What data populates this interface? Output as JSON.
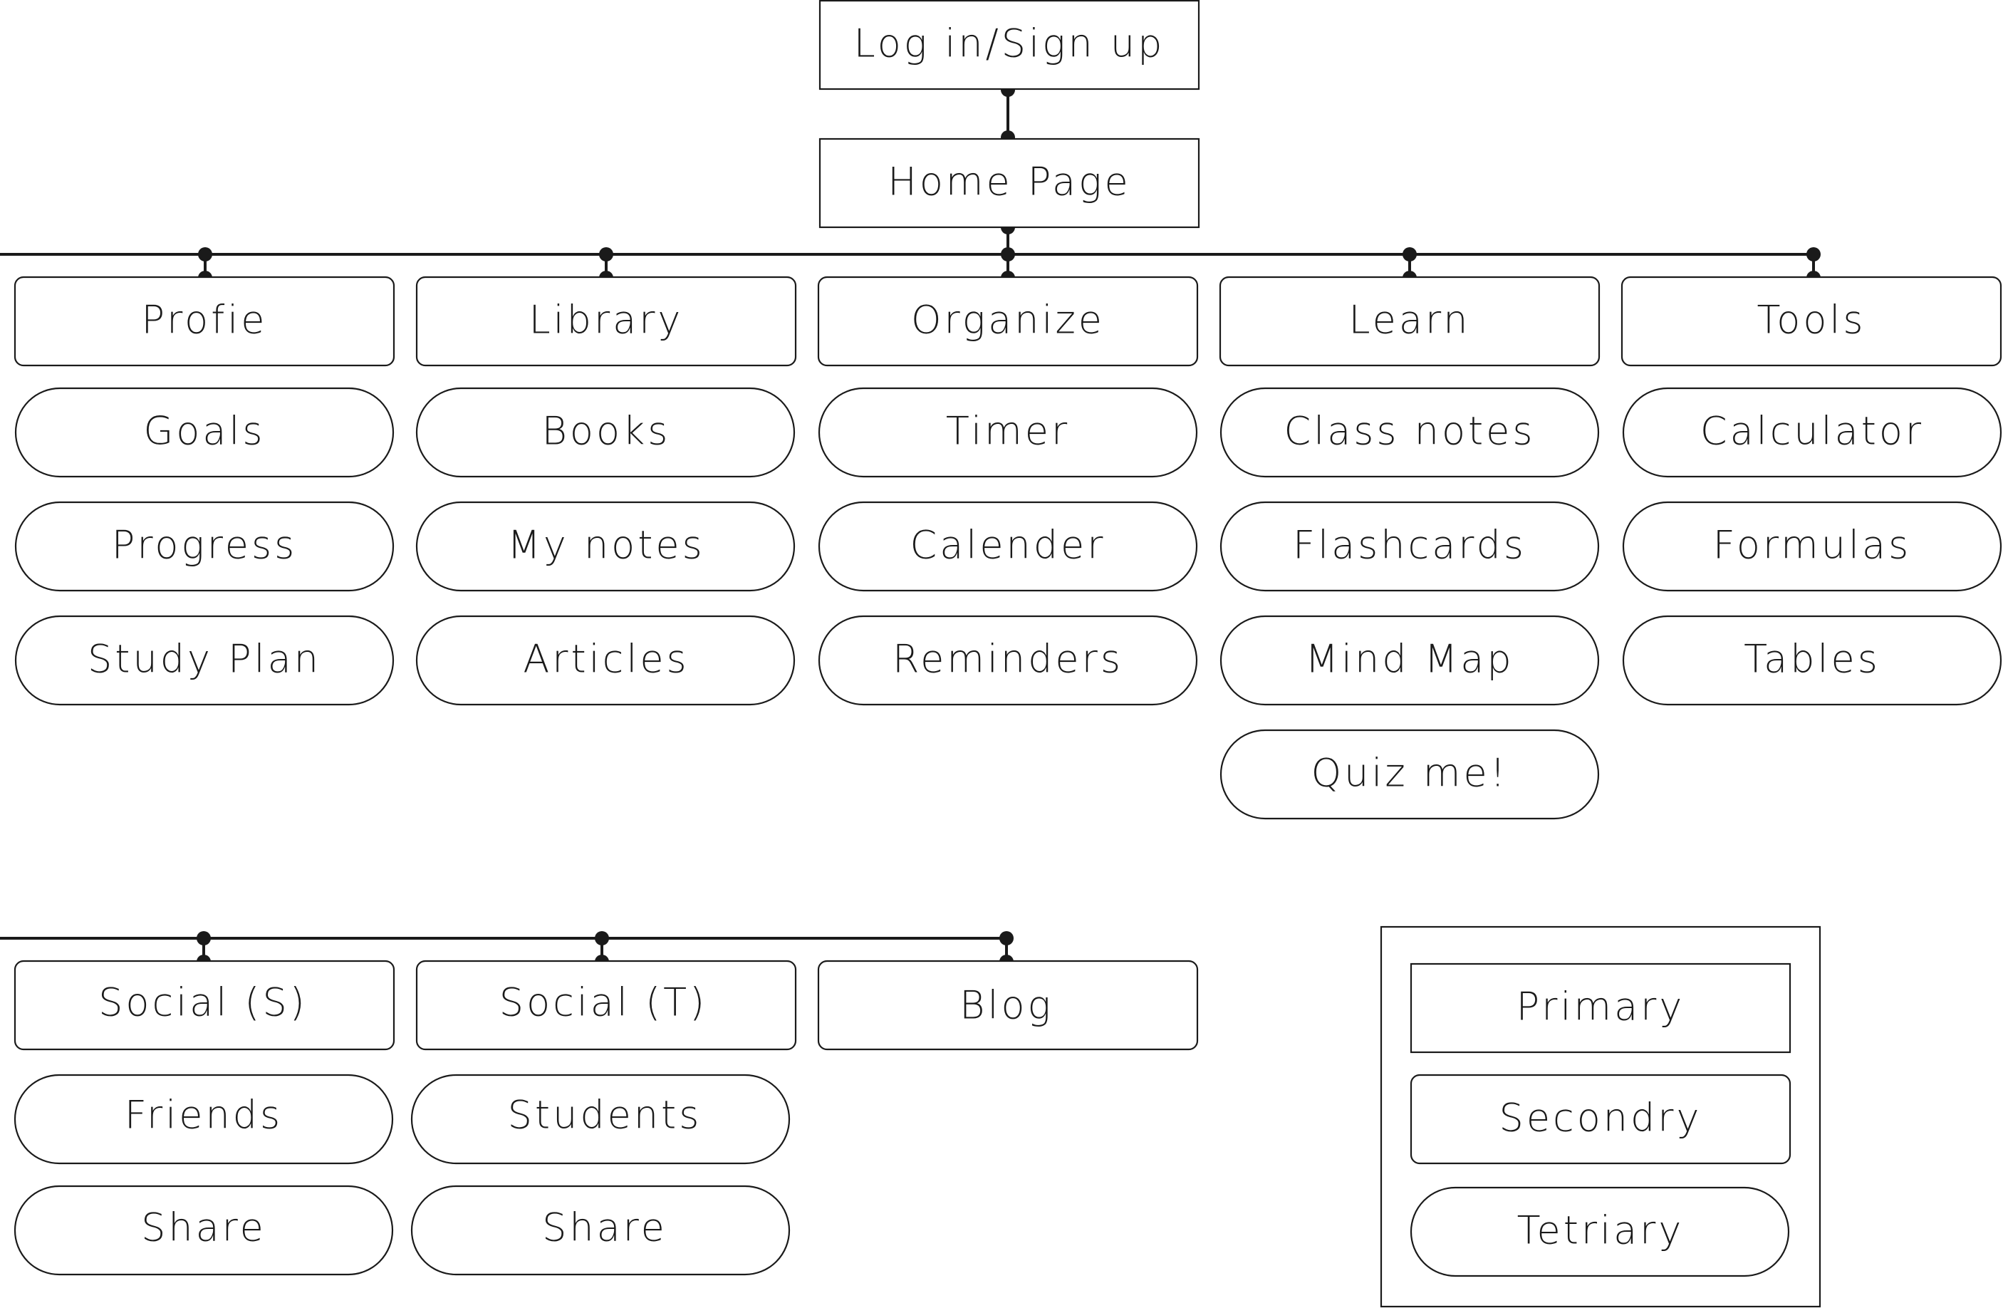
{
  "diagram": {
    "top": {
      "login": "Log in/Sign up",
      "home": "Home Page"
    },
    "columns": [
      {
        "primary": "Profie",
        "items": [
          "Goals",
          "Progress",
          "Study Plan"
        ]
      },
      {
        "primary": "Library",
        "items": [
          "Books",
          "My notes",
          "Articles"
        ]
      },
      {
        "primary": "Organize",
        "items": [
          "Timer",
          "Calender",
          "Reminders"
        ]
      },
      {
        "primary": "Learn",
        "items": [
          "Class notes",
          "Flashcards",
          "Mind Map",
          "Quiz me!"
        ]
      },
      {
        "primary": "Tools",
        "items": [
          "Calculator",
          "Formulas",
          "Tables"
        ]
      }
    ],
    "bottom_columns": [
      {
        "primary": "Social (S)",
        "items": [
          "Friends",
          "Share"
        ]
      },
      {
        "primary": "Social (T)",
        "items": [
          "Students",
          "Share"
        ]
      },
      {
        "primary": "Blog",
        "items": []
      }
    ],
    "legend": {
      "primary": "Primary",
      "secondary": "Secondry",
      "tertiary": "Tetriary"
    },
    "colors": {
      "stroke": "#1a1a1a",
      "background": "#ffffff"
    }
  }
}
